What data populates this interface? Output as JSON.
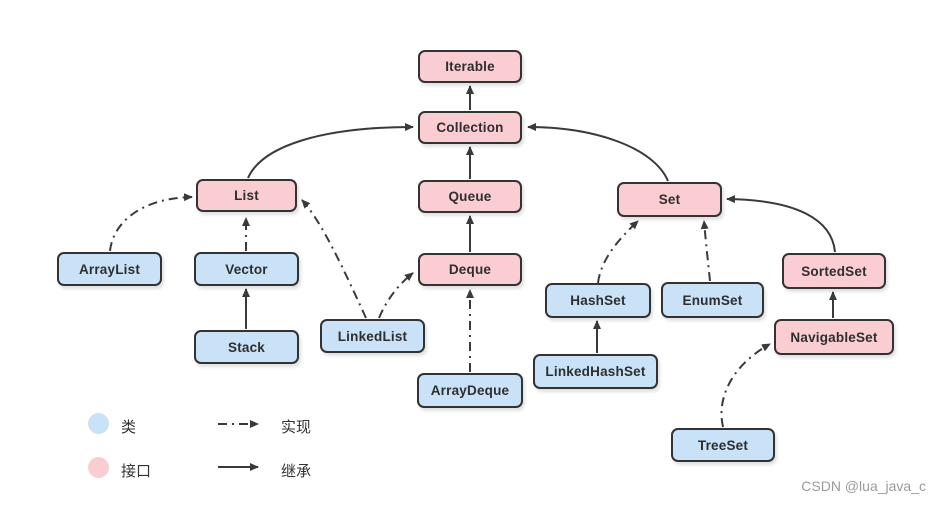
{
  "diagram": {
    "nodes": {
      "iterable": {
        "label": "Iterable",
        "type": "interface"
      },
      "collection": {
        "label": "Collection",
        "type": "interface"
      },
      "list": {
        "label": "List",
        "type": "interface"
      },
      "queue": {
        "label": "Queue",
        "type": "interface"
      },
      "set": {
        "label": "Set",
        "type": "interface"
      },
      "deque": {
        "label": "Deque",
        "type": "interface"
      },
      "sortedset": {
        "label": "SortedSet",
        "type": "interface"
      },
      "navigableset": {
        "label": "NavigableSet",
        "type": "interface"
      },
      "arraylist": {
        "label": "ArrayList",
        "type": "class"
      },
      "vector": {
        "label": "Vector",
        "type": "class"
      },
      "stack": {
        "label": "Stack",
        "type": "class"
      },
      "linkedlist": {
        "label": "LinkedList",
        "type": "class"
      },
      "arraydeque": {
        "label": "ArrayDeque",
        "type": "class"
      },
      "hashset": {
        "label": "HashSet",
        "type": "class"
      },
      "enumset": {
        "label": "EnumSet",
        "type": "class"
      },
      "linkedhashset": {
        "label": "LinkedHashSet",
        "type": "class"
      },
      "treeset": {
        "label": "TreeSet",
        "type": "class"
      }
    },
    "edges": [
      {
        "from": "Collection",
        "to": "Iterable",
        "relation": "继承"
      },
      {
        "from": "List",
        "to": "Collection",
        "relation": "继承"
      },
      {
        "from": "Queue",
        "to": "Collection",
        "relation": "继承"
      },
      {
        "from": "Set",
        "to": "Collection",
        "relation": "继承"
      },
      {
        "from": "Deque",
        "to": "Queue",
        "relation": "继承"
      },
      {
        "from": "Stack",
        "to": "Vector",
        "relation": "继承"
      },
      {
        "from": "LinkedHashSet",
        "to": "HashSet",
        "relation": "继承"
      },
      {
        "from": "NavigableSet",
        "to": "SortedSet",
        "relation": "继承"
      },
      {
        "from": "SortedSet",
        "to": "Set",
        "relation": "继承"
      },
      {
        "from": "ArrayList",
        "to": "List",
        "relation": "实现"
      },
      {
        "from": "Vector",
        "to": "List",
        "relation": "实现"
      },
      {
        "from": "LinkedList",
        "to": "List",
        "relation": "实现"
      },
      {
        "from": "LinkedList",
        "to": "Deque",
        "relation": "实现"
      },
      {
        "from": "ArrayDeque",
        "to": "Deque",
        "relation": "实现"
      },
      {
        "from": "HashSet",
        "to": "Set",
        "relation": "实现"
      },
      {
        "from": "EnumSet",
        "to": "Set",
        "relation": "实现"
      },
      {
        "from": "TreeSet",
        "to": "NavigableSet",
        "relation": "实现"
      }
    ]
  },
  "legend": {
    "class_label": "类",
    "interface_label": "接口",
    "implements_label": "实现",
    "extends_label": "继承"
  },
  "watermark": "CSDN @lua_java_c",
  "colors": {
    "class_fill": "#C9E2F8",
    "interface_fill": "#FACDD2",
    "border": "#333333",
    "line": "#3A3A3A"
  }
}
